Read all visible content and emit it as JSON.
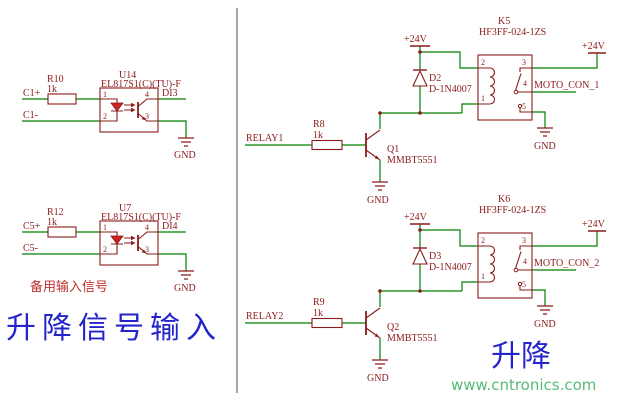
{
  "colors": {
    "wire_green": "#008000",
    "component_red": "#8b1a1a",
    "led_fill": "#cc2222",
    "title_blue": "#2424cc",
    "note_red": "#c03030",
    "watermark_green": "#55bb77"
  },
  "opto1": {
    "in_pos": "C1+",
    "in_neg": "C1-",
    "r_ref": "R10",
    "r_val": "1k",
    "ref": "U14",
    "part": "EL817S1(C)(TU)-F",
    "pin1": "1",
    "pin2": "2",
    "pin3": "3",
    "pin4": "4",
    "out": "DI3",
    "gnd": "GND"
  },
  "opto2": {
    "in_pos": "C5+",
    "in_neg": "C5-",
    "r_ref": "R12",
    "r_val": "1k",
    "ref": "U7",
    "part": "EL817S1(C)(TU)-F",
    "pin1": "1",
    "pin2": "2",
    "pin3": "3",
    "pin4": "4",
    "out": "DI4",
    "gnd": "GND"
  },
  "relay1": {
    "in": "RELAY1",
    "r_ref": "R8",
    "r_val": "1k",
    "q_ref": "Q1",
    "q_part": "MMBT5551",
    "d_ref": "D2",
    "d_part": "D-1N4007",
    "k_ref": "K5",
    "k_part": "HF3FF-024-1ZS",
    "vcc_left": "+24V",
    "vcc_right": "+24V",
    "out": "MOTO_CON_1",
    "pin1": "1",
    "pin2": "2",
    "pin3": "3",
    "pin4": "4",
    "pin5": "5",
    "gnd_relay": "GND",
    "gnd_q": "GND"
  },
  "relay2": {
    "in": "RELAY2",
    "r_ref": "R9",
    "r_val": "1k",
    "q_ref": "Q2",
    "q_part": "MMBT5551",
    "d_ref": "D3",
    "d_part": "D-1N4007",
    "k_ref": "K6",
    "k_part": "HF3FF-024-1ZS",
    "vcc_left": "+24V",
    "vcc_right": "+24V",
    "out": "MOTO_CON_2",
    "pin1": "1",
    "pin2": "2",
    "pin3": "3",
    "pin4": "4",
    "pin5": "5",
    "gnd_relay": "GND",
    "gnd_q": "GND"
  },
  "annotations": {
    "backup_note": "备用输入信号",
    "lift_input_title": "升降信号输入",
    "lift_title": "升降",
    "watermark": "www.cntronics.com"
  }
}
